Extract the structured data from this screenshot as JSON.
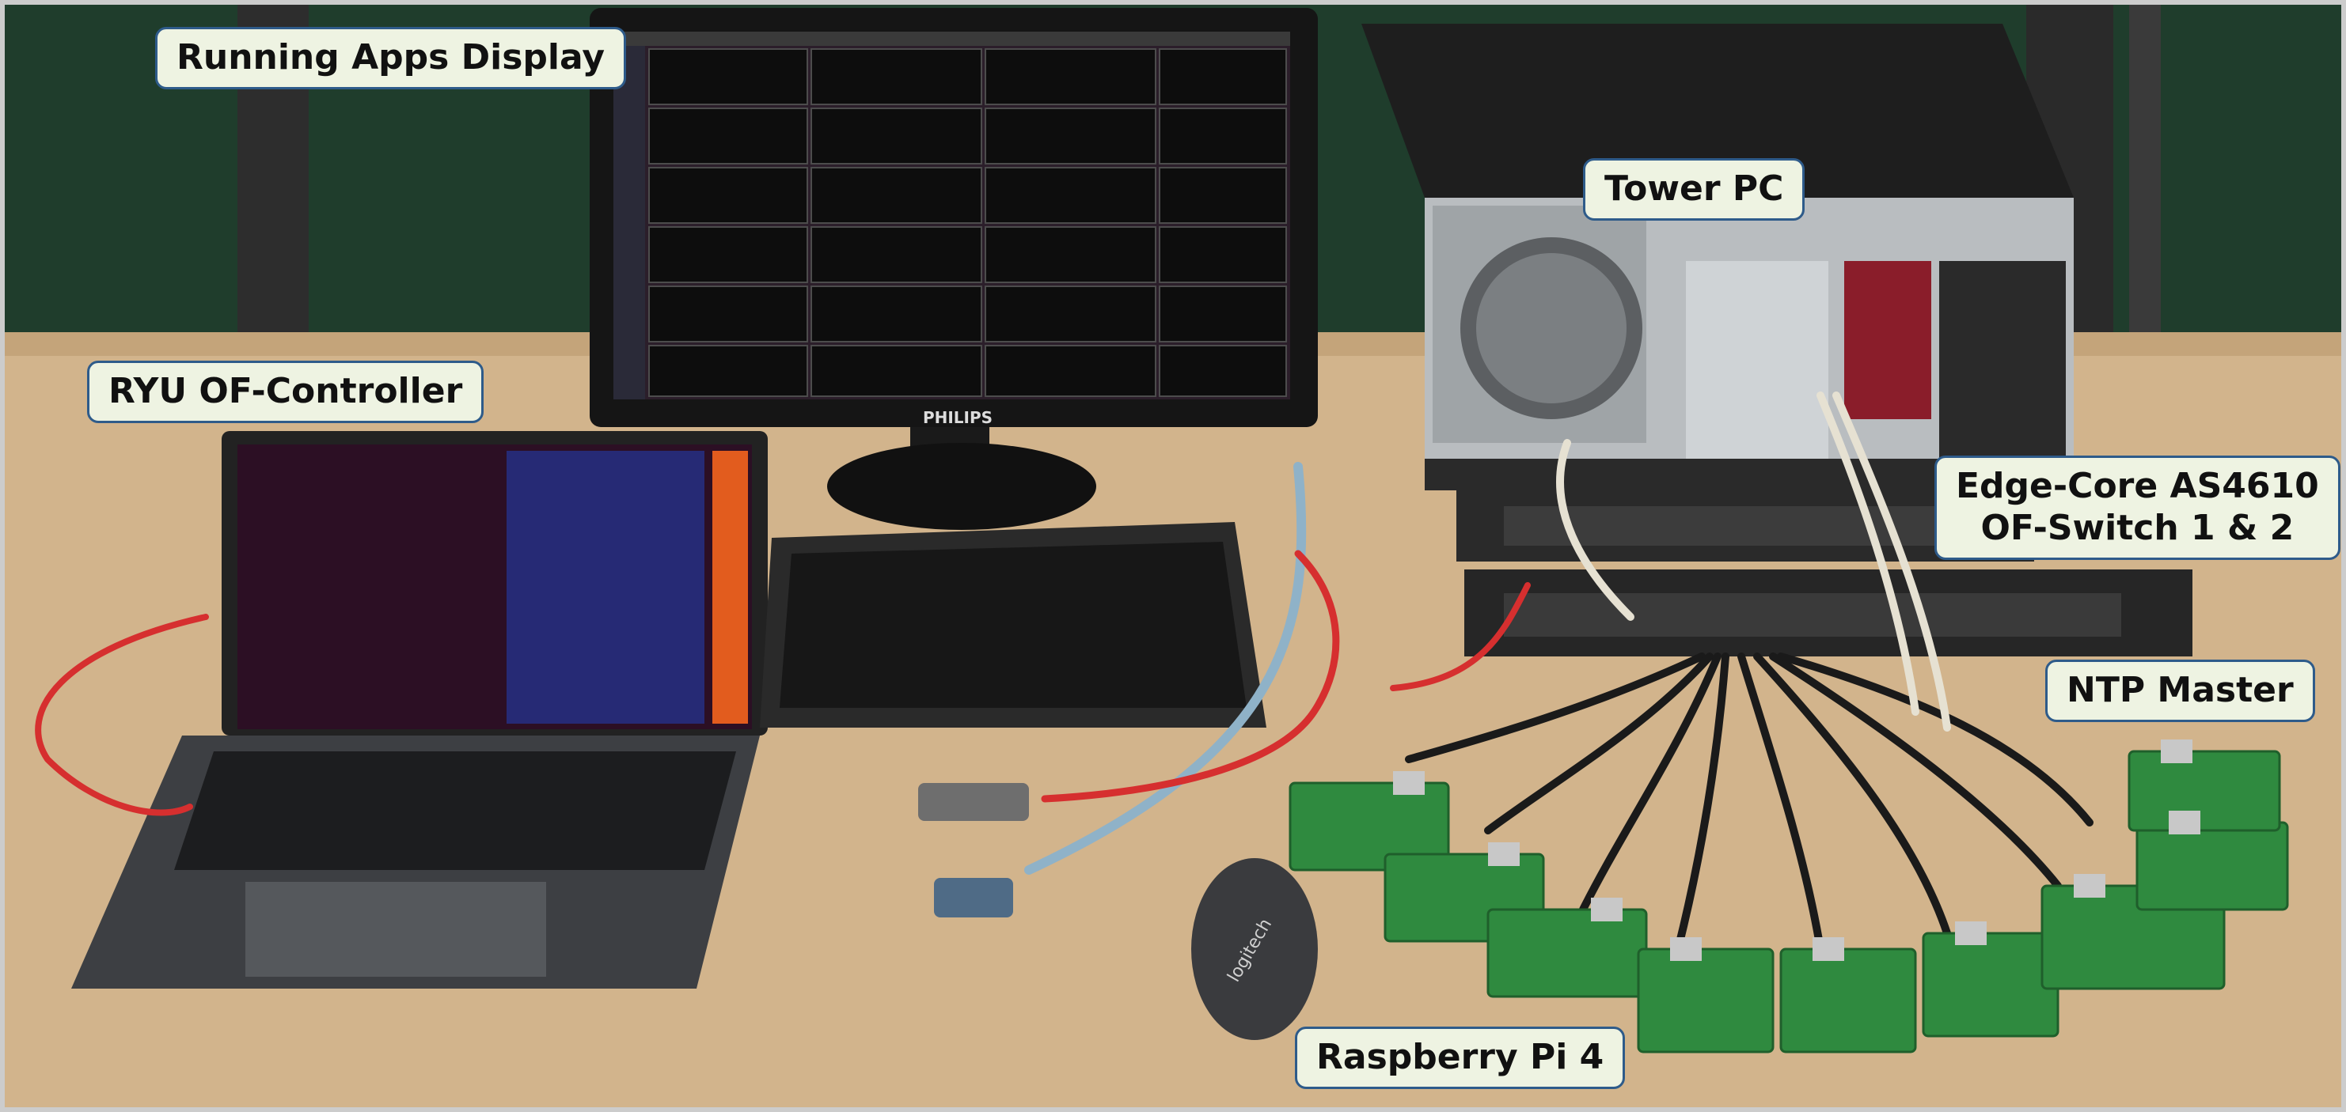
{
  "labels": {
    "display": "Running Apps Display",
    "controller": "RYU OF-Controller",
    "tower": "Tower PC",
    "switch_line1": "Edge-Core AS4610",
    "switch_line2": "OF-Switch 1 & 2",
    "ntp": "NTP Master",
    "raspberry": "Raspberry Pi 4"
  },
  "brand_text": {
    "monitor": "PHILIPS",
    "mouse": "logitech"
  },
  "colors": {
    "label_bg": "#eef3e2",
    "label_border": "#2e5b8a",
    "desk": "#d2b48c",
    "wall": "#1f3d2c"
  }
}
